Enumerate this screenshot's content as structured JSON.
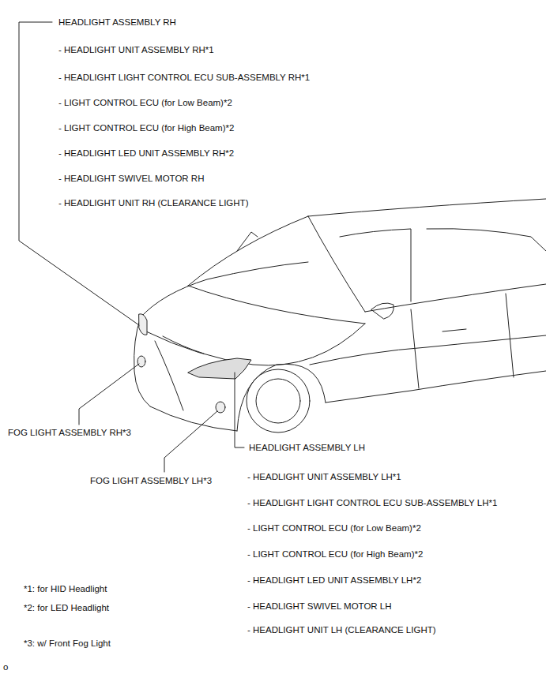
{
  "diagram": {
    "labels": [
      "HEADLIGHT ASSEMBLY RH",
      "- HEADLIGHT UNIT ASSEMBLY RH*1",
      "- HEADLIGHT LIGHT CONTROL ECU SUB-ASSEMBLY RH*1",
      "- LIGHT CONTROL ECU (for Low Beam)*2",
      "- LIGHT CONTROL ECU (for High Beam)*2",
      "- HEADLIGHT LED UNIT ASSEMBLY RH*2",
      "- HEADLIGHT SWIVEL MOTOR RH",
      "- HEADLIGHT UNIT RH (CLEARANCE LIGHT)",
      "FOG LIGHT ASSEMBLY RH*3",
      "FOG LIGHT ASSEMBLY LH*3",
      "HEADLIGHT ASSEMBLY LH",
      "- HEADLIGHT UNIT ASSEMBLY LH*1",
      "- HEADLIGHT LIGHT CONTROL ECU SUB-ASSEMBLY LH*1",
      "- LIGHT CONTROL ECU (for Low Beam)*2",
      "- LIGHT CONTROL ECU (for High Beam)*2",
      "- HEADLIGHT LED UNIT ASSEMBLY LH*2",
      "- HEADLIGHT SWIVEL MOTOR LH",
      "- HEADLIGHT UNIT LH (CLEARANCE LIGHT)",
      "*1: for HID Headlight",
      "*2: for LED Headlight",
      "*3: w/ Front Fog Light",
      "o"
    ]
  }
}
